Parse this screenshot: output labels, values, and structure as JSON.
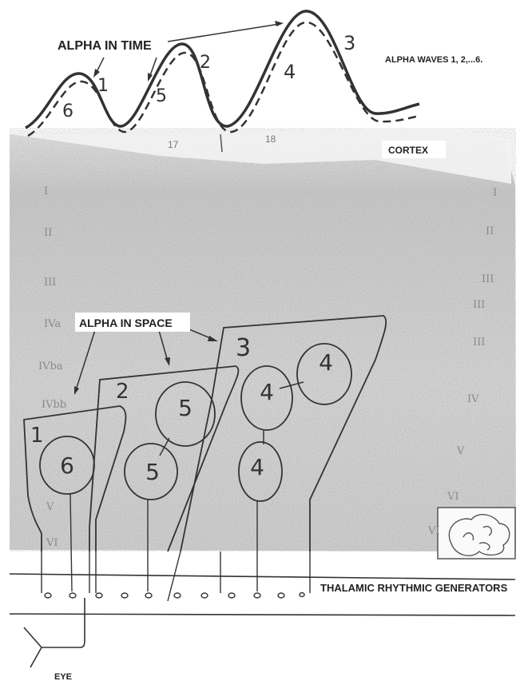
{
  "labels": {
    "alpha_in_time": "ALPHA IN TIME",
    "alpha_waves": "ALPHA WAVES 1, 2,...6.",
    "cortex": "CORTEX",
    "alpha_in_space": "ALPHA IN SPACE",
    "thalamic": "THALAMIC RHYTHMIC GENERATORS",
    "eye": "EYE"
  },
  "area_numbers": [
    "17",
    "18"
  ],
  "wave_numbers": [
    "1",
    "2",
    "3",
    "4",
    "5",
    "6"
  ],
  "region_numbers": [
    "1",
    "2",
    "3"
  ],
  "cell_numbers": [
    "6",
    "5",
    "5",
    "4",
    "4",
    "4"
  ],
  "layers_left": [
    "I",
    "II",
    "III",
    "IVa",
    "IVba",
    "IVbb",
    "V",
    "VI"
  ],
  "layers_right": [
    "I",
    "II",
    "III",
    "III",
    "III",
    "IV",
    "V",
    "VI",
    "VI"
  ]
}
